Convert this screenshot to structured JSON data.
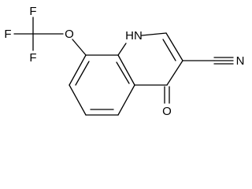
{
  "molecule": {
    "atom_labels": {
      "f_top": "F",
      "f_left": "F",
      "f_bottom": "F",
      "oxygen_ether": "O",
      "nh": "HN",
      "nitrile_n": "N",
      "oxygen_carbonyl": "O"
    },
    "bond_color": "#000000",
    "background": "#ffffff"
  }
}
